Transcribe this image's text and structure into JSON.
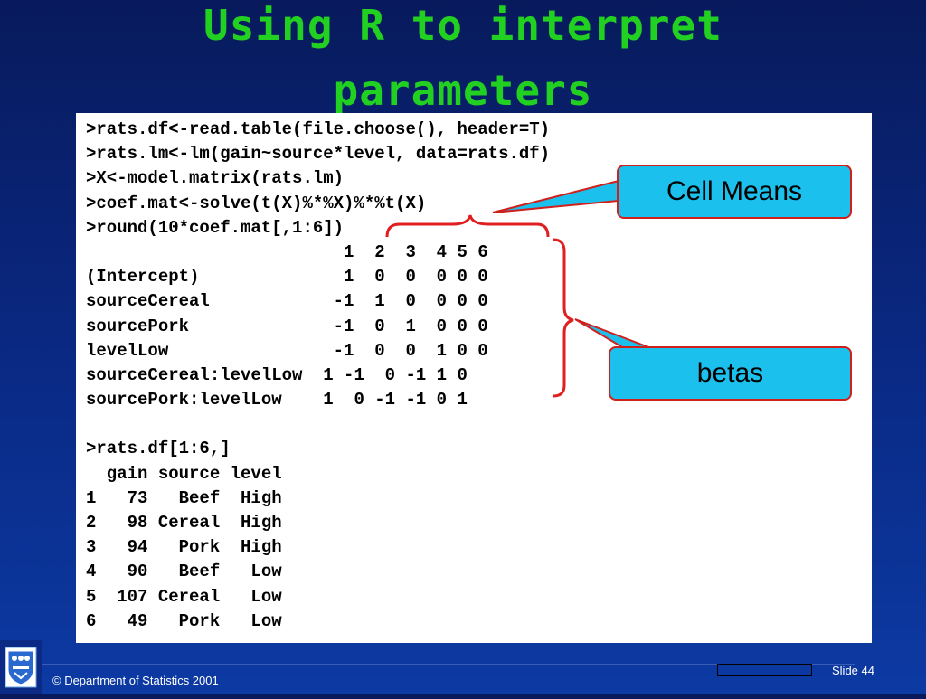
{
  "slide": {
    "title_line1": "Using R to interpret",
    "title_line2": "parameters",
    "code_lines": [
      ">rats.df<-read.table(file.choose(), header=T)",
      ">rats.lm<-lm(gain~source*level, data=rats.df)",
      ">X<-model.matrix(rats.lm)",
      ">coef.mat<-solve(t(X)%*%X)%*%t(X)",
      ">round(10*coef.mat[,1:6])",
      "                         1  2  3  4 5 6",
      "(Intercept)              1  0  0  0 0 0",
      "sourceCereal            -1  1  0  0 0 0",
      "sourcePork              -1  0  1  0 0 0",
      "levelLow                -1  0  0  1 0 0",
      "sourceCereal:levelLow  1 -1  0 -1 1 0",
      "sourcePork:levelLow    1  0 -1 -1 0 1",
      "",
      ">rats.df[1:6,]",
      "  gain source level",
      "1   73   Beef  High",
      "2   98 Cereal  High",
      "3   94   Pork  High",
      "4   90   Beef   Low",
      "5  107 Cereal   Low",
      "6   49   Pork   Low"
    ],
    "callout_cell_means": "Cell Means",
    "callout_betas": "betas",
    "footer_copyright": "© Department of Statistics 2001",
    "footer_slide": "Slide 44",
    "colors": {
      "title": "#22d022",
      "callout_fill": "#1cc0ec",
      "callout_border": "#d0201c",
      "brace": "#e02020",
      "background_top": "#081a5c",
      "background_bottom": "#0c3aa3"
    }
  }
}
